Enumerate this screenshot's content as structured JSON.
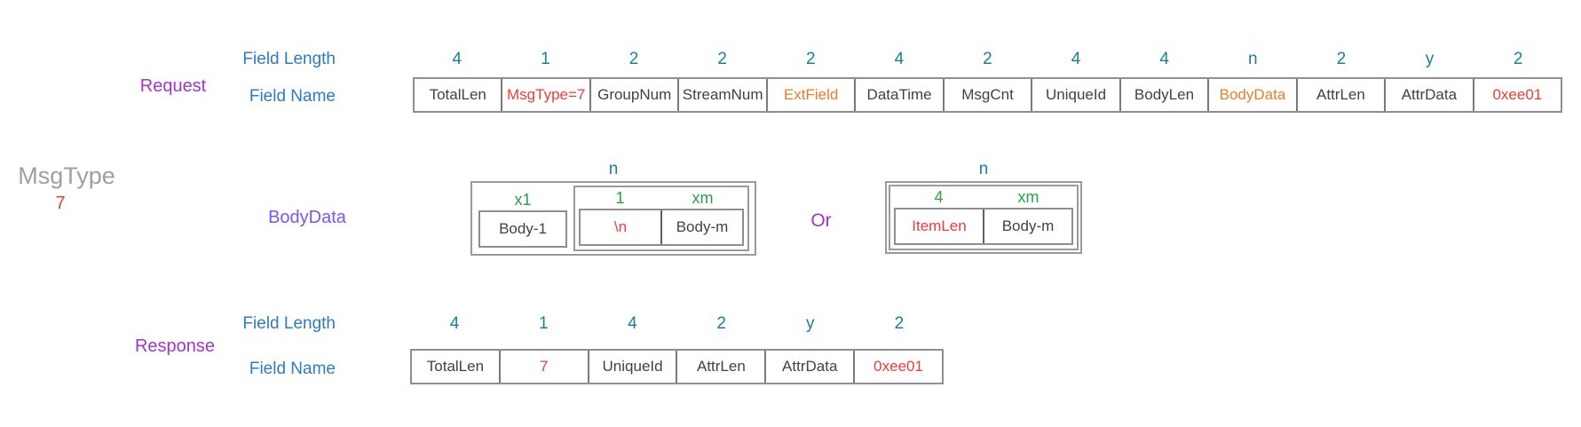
{
  "palette": {
    "label_blue": "#2e7bc4",
    "length_teal": "#177f99",
    "section_purple": "#a136c9",
    "bodydata_violet": "#7857ee",
    "sub_length_green": "#2aa14b",
    "highlight_red": "#ee3c38",
    "highlight_orange": "#e97e26",
    "note_gray": "#9aa0a6",
    "cell_dark": "#3f4245",
    "border_gray": "#8f8f8f"
  },
  "side_note": {
    "title": "MsgType",
    "value": "7"
  },
  "request": {
    "label": "Request",
    "field_length_label": "Field Length",
    "field_name_label": "Field Name",
    "fields": [
      {
        "length": "4",
        "name": "TotalLen",
        "color": "dark"
      },
      {
        "length": "1",
        "name": "MsgType=7",
        "color": "red"
      },
      {
        "length": "2",
        "name": "GroupNum",
        "color": "dark"
      },
      {
        "length": "2",
        "name": "StreamNum",
        "color": "dark"
      },
      {
        "length": "2",
        "name": "ExtField",
        "color": "orange"
      },
      {
        "length": "4",
        "name": "DataTime",
        "color": "dark"
      },
      {
        "length": "2",
        "name": "MsgCnt",
        "color": "dark"
      },
      {
        "length": "4",
        "name": "UniqueId",
        "color": "dark"
      },
      {
        "length": "4",
        "name": "BodyLen",
        "color": "dark"
      },
      {
        "length": "n",
        "name": "BodyData",
        "color": "orange"
      },
      {
        "length": "2",
        "name": "AttrLen",
        "color": "dark"
      },
      {
        "length": "y",
        "name": "AttrData",
        "color": "dark"
      },
      {
        "length": "2",
        "name": "0xee01",
        "color": "red"
      }
    ]
  },
  "bodydata": {
    "label": "BodyData",
    "or_label": "Or",
    "variant1": {
      "outer_length": "n",
      "first": {
        "length": "x1",
        "name": "Body-1",
        "color": "dark"
      },
      "repeat": [
        {
          "length": "1",
          "name": "\\n",
          "color": "red"
        },
        {
          "length": "xm",
          "name": "Body-m",
          "color": "dark"
        }
      ]
    },
    "variant2": {
      "outer_length": "n",
      "repeat": [
        {
          "length": "4",
          "name": "ItemLen",
          "color": "red"
        },
        {
          "length": "xm",
          "name": "Body-m",
          "color": "dark"
        }
      ]
    }
  },
  "response": {
    "label": "Response",
    "field_length_label": "Field Length",
    "field_name_label": "Field Name",
    "fields": [
      {
        "length": "4",
        "name": "TotalLen",
        "color": "dark"
      },
      {
        "length": "1",
        "name": "7",
        "color": "red"
      },
      {
        "length": "4",
        "name": "UniqueId",
        "color": "dark"
      },
      {
        "length": "2",
        "name": "AttrLen",
        "color": "dark"
      },
      {
        "length": "y",
        "name": "AttrData",
        "color": "dark"
      },
      {
        "length": "2",
        "name": "0xee01",
        "color": "red"
      }
    ]
  }
}
